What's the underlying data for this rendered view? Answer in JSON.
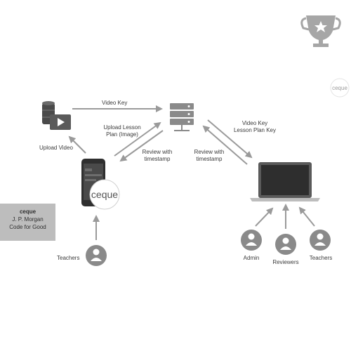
{
  "labels": {
    "video_key": "Video Key",
    "upload_lesson_plan": [
      "Upload Lesson",
      "Plan (Image)"
    ],
    "upload_video": "Upload Video",
    "review_left": [
      "Review with",
      "timestamp"
    ],
    "review_right": [
      "Review with",
      "timestamp"
    ],
    "keys_right": [
      "Video Key",
      "Lesson Plan Key"
    ],
    "teachers_left": "Teachers",
    "admin": "Admin",
    "reviewers": "Reviewers",
    "teachers_right": "Teachers"
  },
  "badge": {
    "title": "ceque",
    "line1": "J. P. Morgan",
    "line2": "Code for Good"
  },
  "logos": {
    "phone_logo": "ceque",
    "corner_logo": "ceque"
  },
  "icons": [
    "trophy-icon",
    "video-storage-icon",
    "server-icon",
    "phone-icon",
    "laptop-icon",
    "user-icon"
  ]
}
